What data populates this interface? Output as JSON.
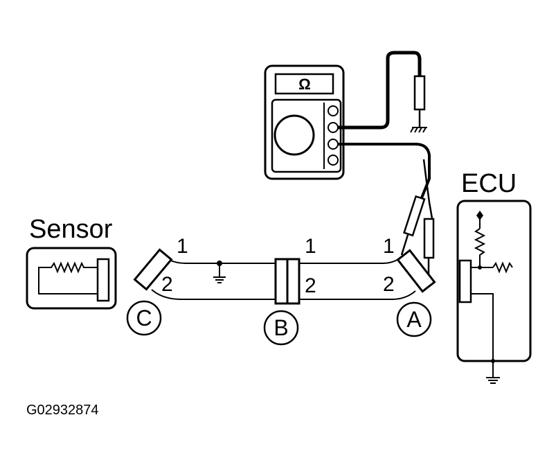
{
  "labels": {
    "sensor": "Sensor",
    "ecu": "ECU",
    "figure_code": "G02932874"
  },
  "meter": {
    "display_symbol": "Ω"
  },
  "connectors": {
    "c": {
      "letter": "C",
      "pin1": "1",
      "pin2": "2"
    },
    "b": {
      "letter": "B",
      "pin1": "1",
      "pin2": "2"
    },
    "a": {
      "letter": "A",
      "pin1": "1",
      "pin2": "2"
    }
  },
  "colors": {
    "line": "#000000",
    "background": "#ffffff"
  }
}
